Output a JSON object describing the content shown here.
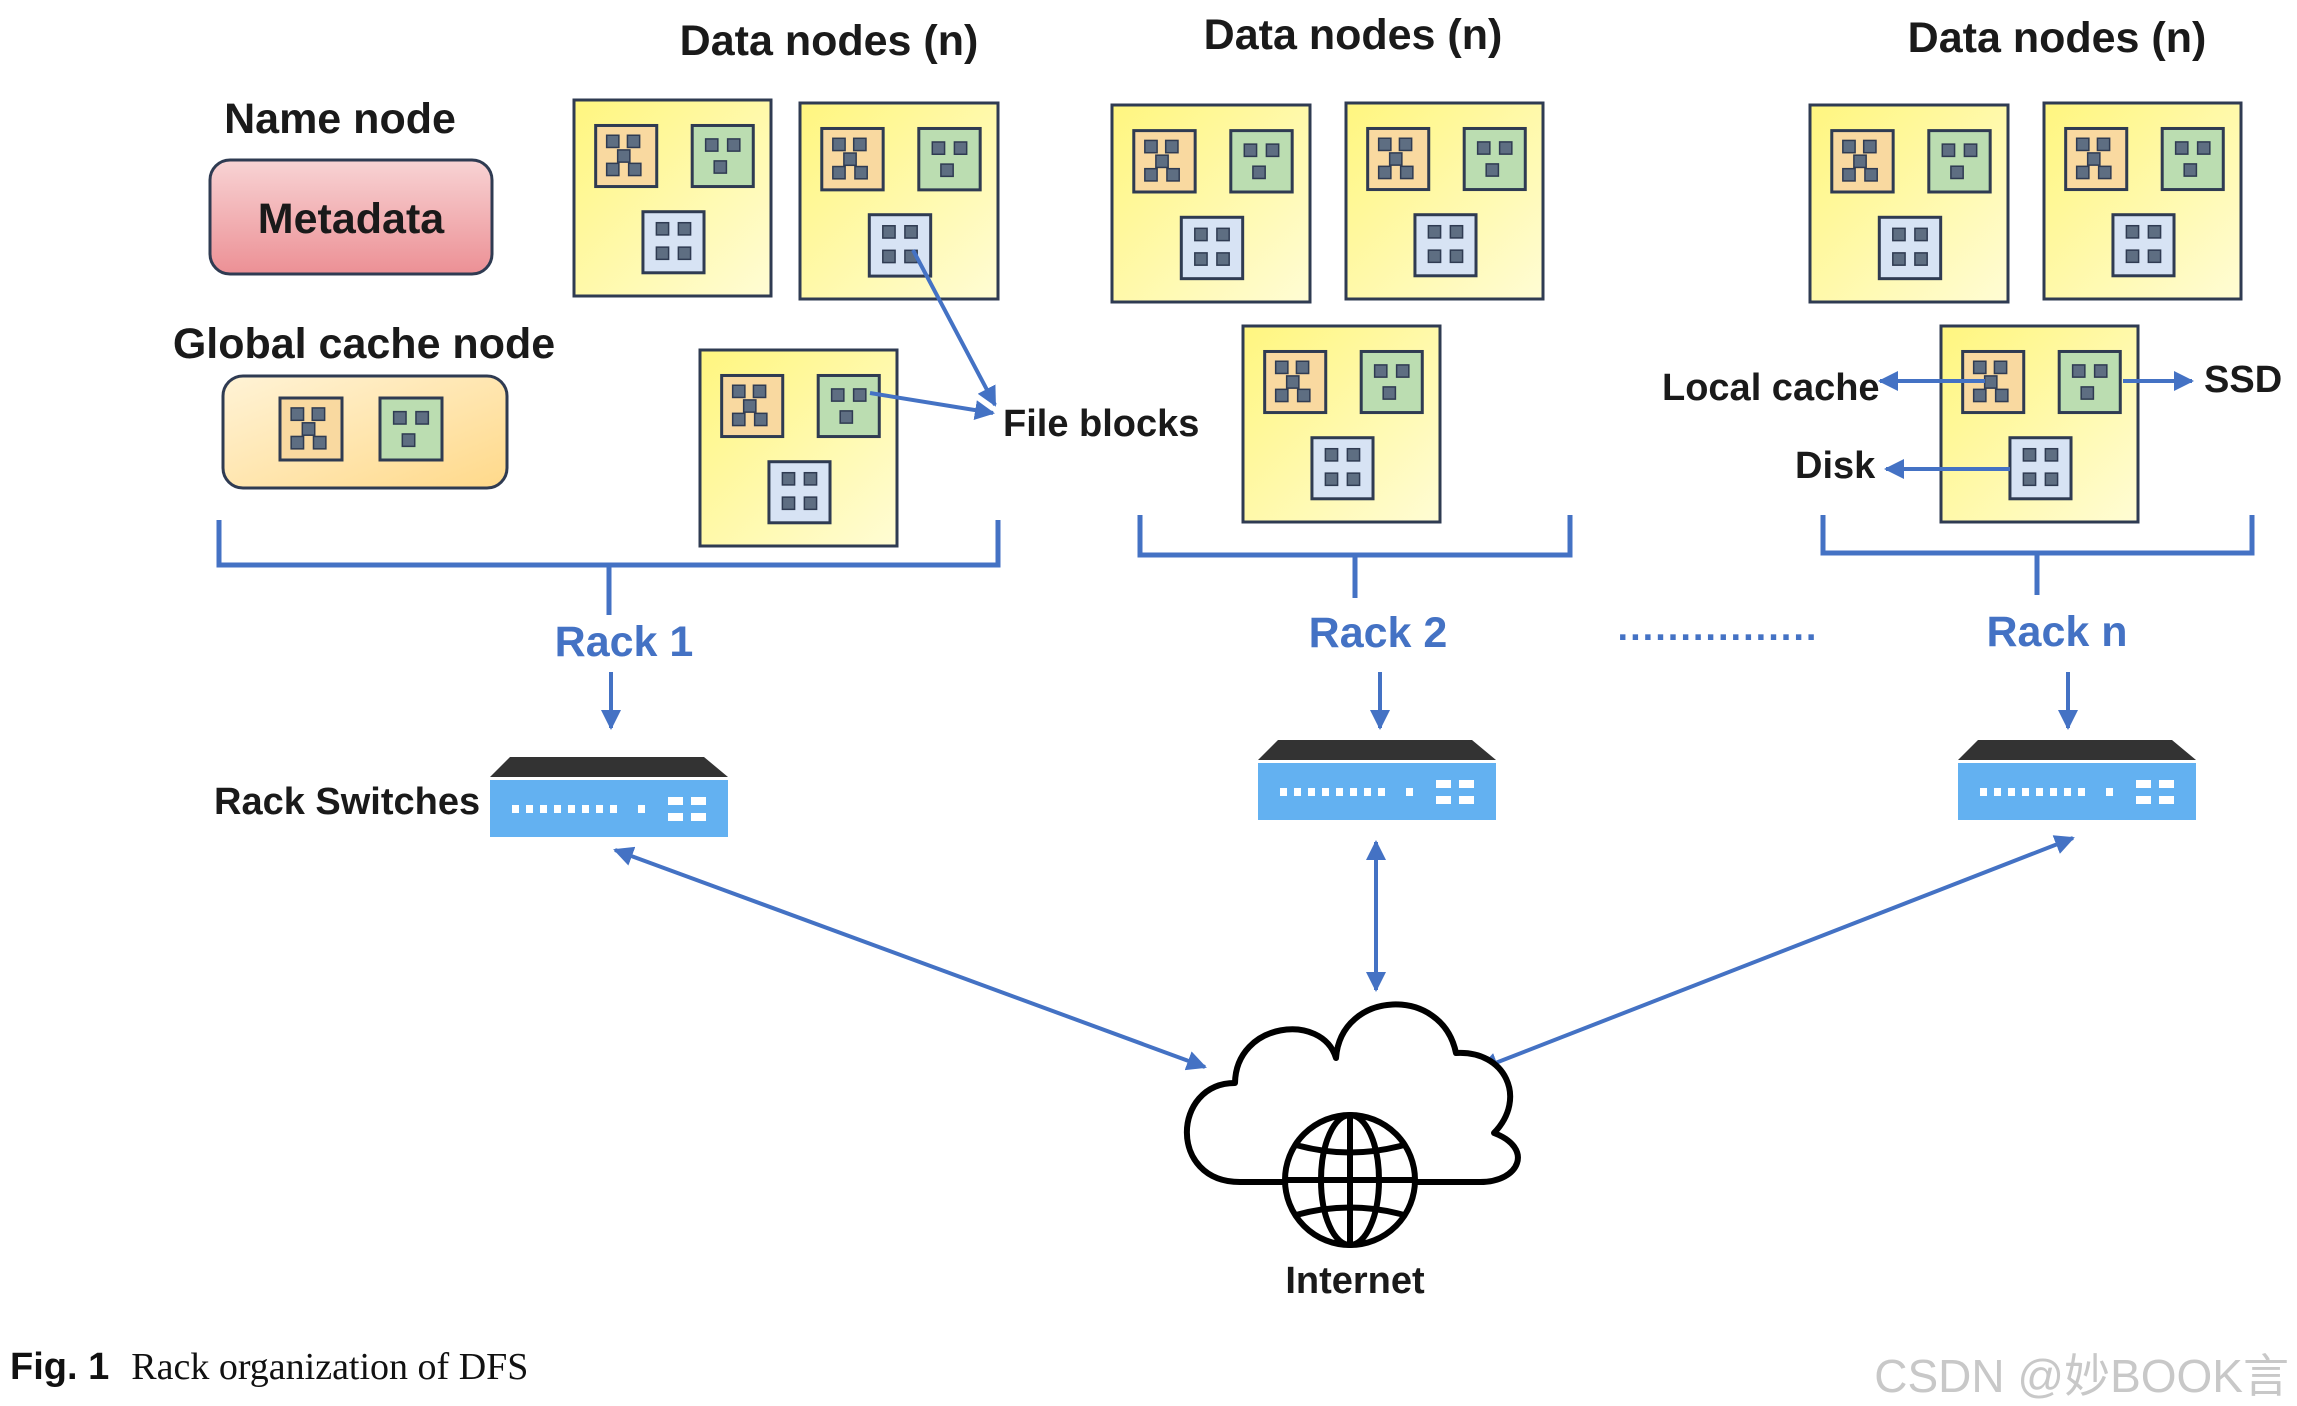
{
  "colors": {
    "accent_blue": "#4472C4",
    "node_fill": "#FFFBA8",
    "block_orange": "#F9D9A0",
    "block_green": "#BBDDB1",
    "block_blue": "#D7E3F4",
    "switch_blue": "#63B1F1",
    "metadata_fill": "#F1A7AA"
  },
  "name_node": {
    "title": "Name node",
    "metadata_label": "Metadata"
  },
  "global_cache": {
    "title": "Global cache node"
  },
  "racks": [
    {
      "header": "Data nodes (n)",
      "label": "Rack 1"
    },
    {
      "header": "Data nodes (n)",
      "label": "Rack 2"
    },
    {
      "header": "Data nodes (n)",
      "label": "Rack n"
    }
  ],
  "annotations": {
    "file_blocks": "File blocks",
    "local_cache": "Local cache",
    "ssd": "SSD",
    "disk": "Disk",
    "rack_switches": "Rack Switches",
    "internet": "Internet",
    "ellipsis": "................"
  },
  "caption": {
    "fig": "Fig. 1",
    "text": "Rack organization of DFS"
  },
  "watermark": "CSDN @妙BOOK言"
}
